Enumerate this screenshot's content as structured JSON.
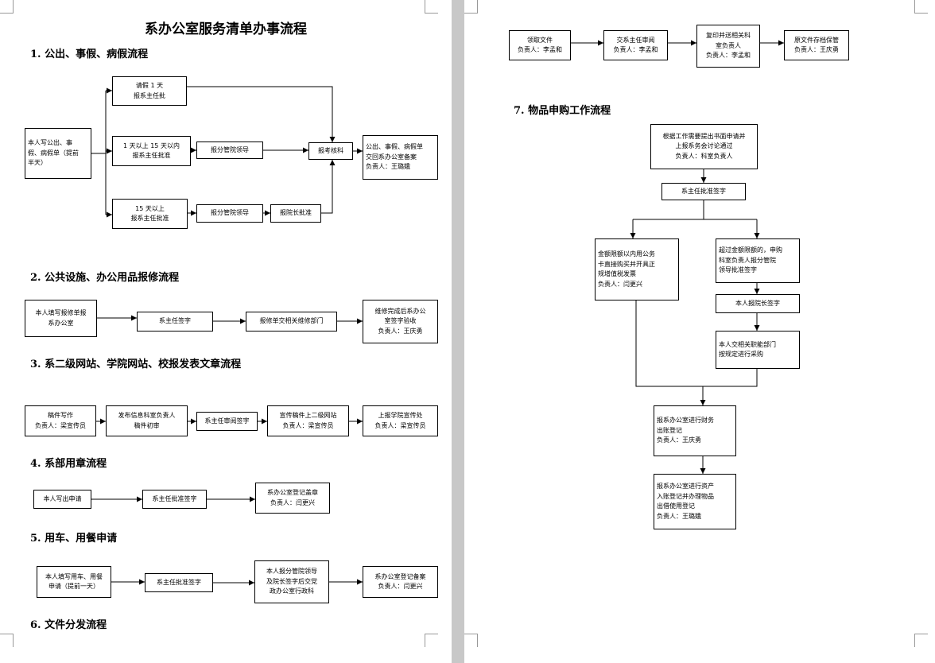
{
  "title": "系办公室服务清单办事流程",
  "sections": {
    "s1": {
      "heading": "1. 公出、事假、病假流程",
      "apply": "本人写公出、事\n假、病假单（提前\n半天）",
      "one_day": "请假 1 天\n报系主任批",
      "one_to_fifteen": "1 天以上 15 天以内\n报系主任批准",
      "fifteen_plus": "15 天以上\n报系主任批准",
      "leader_a": "报分管院领导",
      "leader_b": "报分管院领导",
      "dean": "报院长批准",
      "attendance": "报考核科",
      "archive": "公出、事假、病假单\n交回系办公室备案\n负责人：王璐娥"
    },
    "s2": {
      "heading": "2. 公共设施、办公用品报修流程",
      "fill": "本人填写报修单报\n系办公室",
      "sign": "系主任签字",
      "submit": "报修单交相关维修部门",
      "accept": "维修完成后系办公\n室签字验收\n负责人：王庆勇"
    },
    "s3": {
      "heading": "3. 系二级网站、学院网站、校报发表文章流程",
      "write": "稿件写作\n负责人：梁宣传员",
      "review": "发布信息科室负责人\n稿件初审",
      "approve": "系主任审阅签字",
      "upload": "宣传稿件上二级网站\n负责人：梁宣传员",
      "report": "上报学院宣传处\n负责人：梁宣传员"
    },
    "s4": {
      "heading": "4. 系部用章流程",
      "apply": "本人写出申请",
      "approve": "系主任批准签字",
      "register": "系办公室登记盖章\n负责人：闫更兴"
    },
    "s5": {
      "heading": "5. 用车、用餐申请",
      "apply": "本人填写用车、用餐\n申请（提前一天）",
      "approve": "系主任批准签字",
      "leader": "本人报分管院领导\n及院长签字后交党\n政办公室行政科",
      "register": "系办公室登记备案\n负责人：闫更兴"
    },
    "s6": {
      "heading": "6. 文件分发流程",
      "receive": "领取文件\n负责人：李孟和",
      "review": "交系主任审阅\n负责人：李孟和",
      "copy": "复印并送相关科\n室负责人\n负责人：李孟和",
      "keep": "原文件存档保管\n负责人：王庆勇"
    },
    "s7": {
      "heading": "7. 物品申购工作流程",
      "propose": "根据工作需要提出书面申请并\n上报系务会讨论通过\n负责人：科室负责人",
      "approve": "系主任批准签字",
      "within": "金额限额以内用公务\n卡直接购买并开具正\n规增值税发票\n负责人：闫更兴",
      "over": "超过金额限额的，申购\n科室负责人报分管院\n领导批准签字",
      "dean": "本人报院长签字",
      "submit": "本人交相关职能部门\n按规定进行采购",
      "finance": "报系办公室进行财务\n出账登记\n负责人：王庆勇",
      "asset": "报系办公室进行资产\n入账登记并办理物品\n出借使用登记\n负责人：王璐娥"
    }
  }
}
